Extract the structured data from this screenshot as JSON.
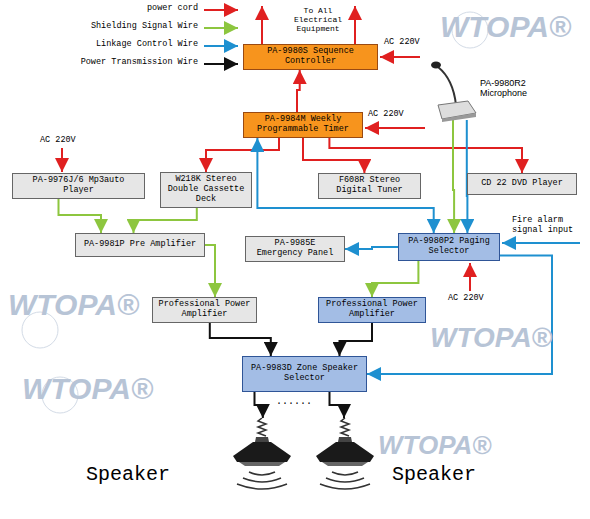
{
  "diagram": {
    "nodes": [
      {
        "text": [
          "PA-9980S Sequence Controller"
        ]
      },
      {
        "text": [
          "PA-9984M Weekly Programmable Timer"
        ]
      },
      {
        "text": [
          "PA-9980R2 Microphone"
        ]
      },
      {
        "text": [
          "PA-9976J/6 Mp3auto Player"
        ]
      },
      {
        "text": [
          "W218K Stereo Double Cassette Deck"
        ]
      },
      {
        "text": [
          "F608R Stereo Digital Tuner"
        ]
      },
      {
        "text": [
          "CD 22 DVD Player"
        ]
      },
      {
        "text": [
          "PA-9981P Pre Amplifier"
        ]
      },
      {
        "text": [
          "PA-9985E Emergency Panel"
        ]
      },
      {
        "text": [
          "PA-9980P2 Paging Selector"
        ]
      },
      {
        "text": [
          "Professional Power Amplifier"
        ]
      },
      {
        "text": [
          "Professional Power Amplifier"
        ]
      },
      {
        "text": [
          "PA-9983D Zone Speaker Selector"
        ]
      },
      {
        "text": [
          "Speaker"
        ]
      },
      {
        "text": [
          "Speaker"
        ]
      }
    ],
    "edges": [
      {
        "from": 1,
        "to": 0,
        "arrow": "to"
      },
      {
        "from": 1,
        "to": 4,
        "arrow": "to"
      },
      {
        "from": 1,
        "to": 5,
        "arrow": "to"
      },
      {
        "from": 1,
        "to": 6,
        "arrow": "to"
      },
      {
        "from": 3,
        "to": 7,
        "arrow": "to"
      },
      {
        "from": 4,
        "to": 7,
        "arrow": "to"
      },
      {
        "from": 7,
        "to": 10,
        "arrow": "to"
      },
      {
        "from": 10,
        "to": 12,
        "arrow": "to"
      },
      {
        "from": 2,
        "to": 9,
        "arrow": "to"
      },
      {
        "from": 2,
        "to": 9,
        "arrow": "to"
      },
      {
        "from": 9,
        "to": 1,
        "arrow": "both"
      },
      {
        "from": 9,
        "to": 8,
        "arrow": "to"
      },
      {
        "from": 9,
        "to": 11,
        "arrow": "to"
      },
      {
        "from": 9,
        "to": 12,
        "arrow": "to"
      },
      {
        "from": 11,
        "to": 12,
        "arrow": "to"
      },
      {
        "from": 12,
        "to": 13,
        "arrow": "to"
      },
      {
        "from": 12,
        "to": 14,
        "arrow": "to"
      }
    ],
    "labels": [
      "To All Electrical Equipment",
      "AC 220V",
      "AC 220V",
      "AC 220V",
      "AC 220V",
      "Fire alarm signal input",
      "......",
      "WTOPA®",
      "WTOPA®",
      "WTOPA®",
      "WTOPA®",
      "WTOPA®"
    ],
    "legend": [
      {
        "text": "power cord"
      },
      {
        "text": "Shielding Signal Wire"
      },
      {
        "text": "Linkage Control Wire"
      },
      {
        "text": "Power Transmission Wire"
      }
    ]
  }
}
